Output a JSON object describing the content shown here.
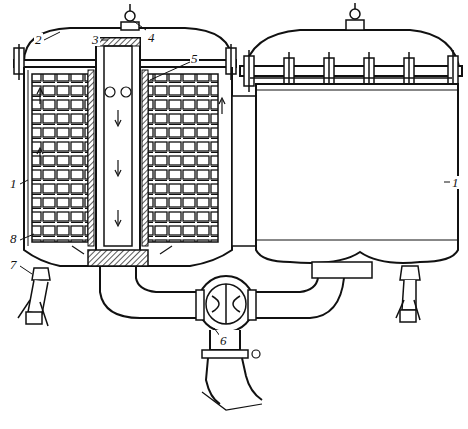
{
  "diagram": {
    "labels": [
      "2",
      "3",
      "4",
      "5",
      "1",
      "8",
      "7",
      "6",
      "1"
    ]
  }
}
